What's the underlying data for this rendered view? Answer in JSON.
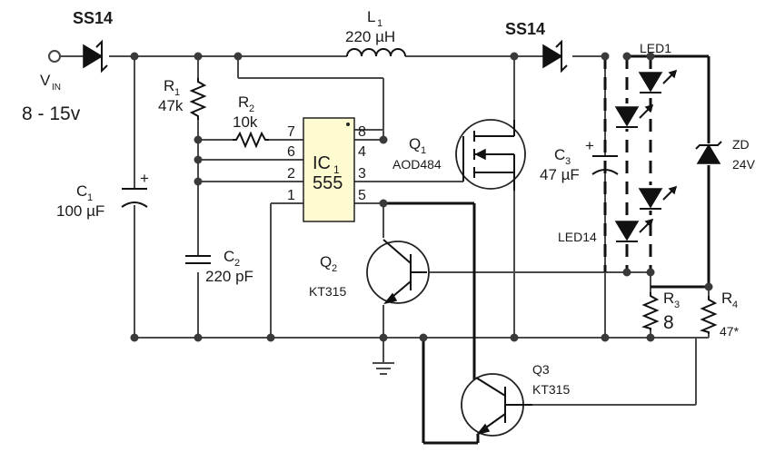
{
  "labels": {
    "d_in_name": "SS14",
    "d_out_name": "SS14",
    "vin": "V",
    "vin_sub": "IN",
    "vin_range": "8 - 15v",
    "r1": "R",
    "r1_sub": "1",
    "r1_val": "47k",
    "r2": "R",
    "r2_sub": "2",
    "r2_val": "10k",
    "l1": "L",
    "l1_sub": "1",
    "l1_val": "220 µH",
    "c1": "C",
    "c1_sub": "1",
    "c1_val": "100 µF",
    "c2": "C",
    "c2_sub": "2",
    "c2_val": "220 pF",
    "c3": "C",
    "c3_sub": "3",
    "c3_val": "47 µF",
    "ic": "IC",
    "ic_sub": "1",
    "ic_part": "555",
    "pin1": "1",
    "pin2": "2",
    "pin3": "3",
    "pin4": "4",
    "pin5": "5",
    "pin6": "6",
    "pin7": "7",
    "pin8": "8",
    "q1": "Q",
    "q1_sub": "1",
    "q1_part": "AOD484",
    "q2": "Q",
    "q2_sub": "2",
    "q2_part": "KT315",
    "q3": "Q3",
    "q3_part": "KT315",
    "led1": "LED1",
    "led14": "LED14",
    "zd": "ZD",
    "zd_val": "24V",
    "r3": "R",
    "r3_sub": "3",
    "r3_val": "8",
    "r4": "R",
    "r4_sub": "4",
    "r4_val": "47*",
    "plus_c1": "+",
    "plus_c3": "+"
  }
}
